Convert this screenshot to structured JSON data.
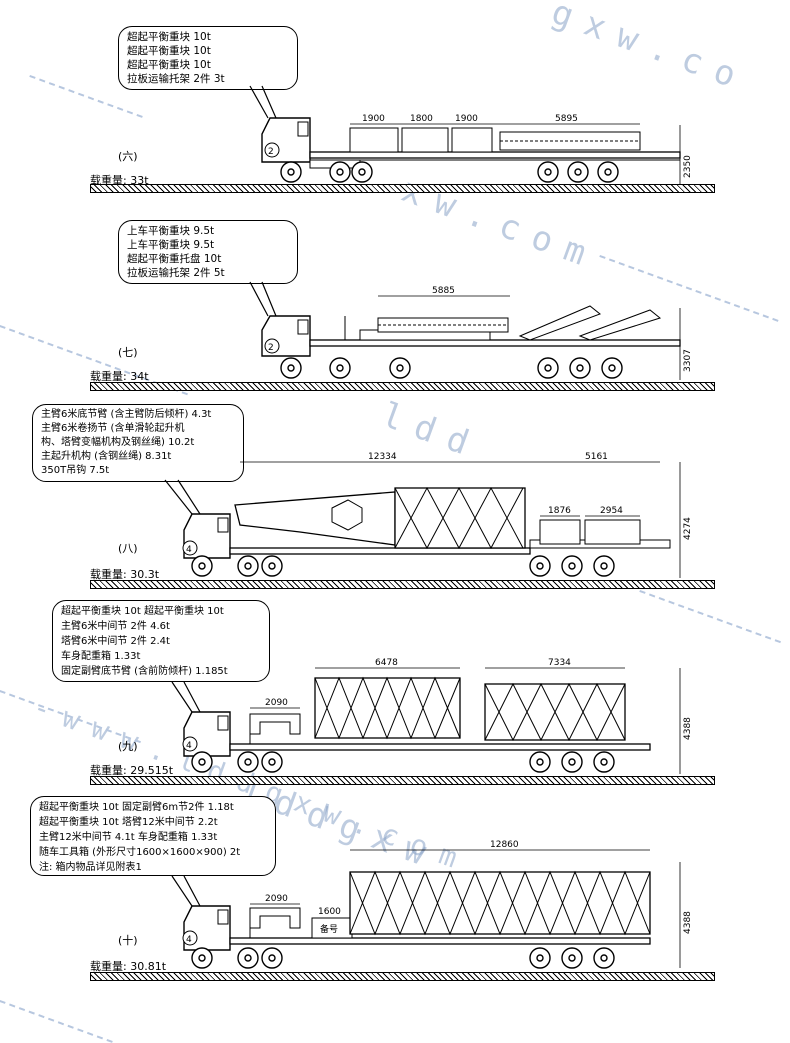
{
  "watermark": "gxw.co",
  "watermark2": "ldd",
  "watermark3": "xw.com",
  "watermark4": "-www.lddgxw.com",
  "watermark5": "lddgxw",
  "panels": [
    {
      "id": "6",
      "label": "(六)",
      "weight": "载重量: 33t",
      "badge": "2",
      "height_dim": "2350",
      "callout": [
        "超起平衡重块 10t",
        "超起平衡重块 10t",
        "超起平衡重块 10t",
        "拉板运输托架 2件 3t"
      ],
      "dims": [
        "1900",
        "1800",
        "1900",
        "5895"
      ]
    },
    {
      "id": "7",
      "label": "(七)",
      "weight": "载重量: 34t",
      "badge": "2",
      "height_dim": "3307",
      "callout": [
        "上车平衡重块 9.5t",
        "上车平衡重块 9.5t",
        "超起平衡重托盘 10t",
        "拉板运输托架 2件 5t"
      ],
      "dims": [
        "5885"
      ]
    },
    {
      "id": "8",
      "label": "(八)",
      "weight": "载重量: 30.3t",
      "badge": "4",
      "height_dim": "4274",
      "callout": [
        "主臂6米底节臂 (含主臂防后倾杆) 4.3t",
        "主臂6米卷扬节 (含单滑轮起升机",
        "构、塔臂变幅机构及钢丝绳) 10.2t",
        "主起升机构 (含钢丝绳) 8.31t",
        "350T吊钩 7.5t"
      ],
      "dims": [
        "12334",
        "5161",
        "1876",
        "2954"
      ]
    },
    {
      "id": "9",
      "label": "(九)",
      "weight": "载重量: 29.515t",
      "badge": "4",
      "height_dim": "4388",
      "callout": [
        "超起平衡重块 10t 超起平衡重块 10t",
        "主臂6米中间节 2件 4.6t",
        "塔臂6米中间节 2件 2.4t",
        "车身配重箱 1.33t",
        "固定副臂底节臂 (含前防倾杆) 1.185t"
      ],
      "dims": [
        "6478",
        "7334",
        "2090"
      ]
    },
    {
      "id": "10",
      "label": "(十)",
      "weight": "载重量: 30.81t",
      "badge": "4",
      "height_dim": "4388",
      "box_label": "备号",
      "callout": [
        "超起平衡重块 10t 固定副臂6m节2件 1.18t",
        "超起平衡重块 10t     塔臂12米中间节 2.2t",
        "主臂12米中间节 4.1t  车身配重箱  1.33t",
        "随车工具箱 (外形尺寸1600×1600×900) 2t",
        "注: 箱内物品详见附表1"
      ],
      "dims": [
        "12860",
        "2090",
        "1600"
      ]
    }
  ]
}
